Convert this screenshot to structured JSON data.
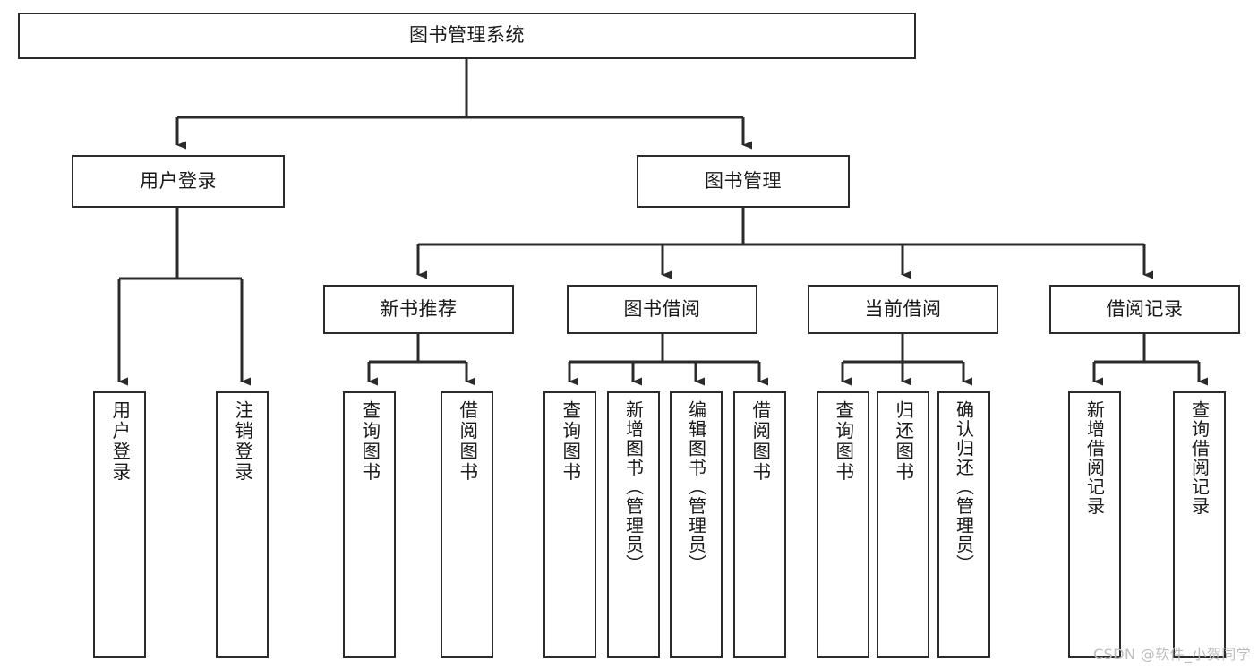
{
  "diagram": {
    "title": "图书管理系统",
    "watermark": "CSDN @软件_小贺同学",
    "line_color": "#2b2b2b",
    "box_fill": "#ffffff",
    "text_color": "#1a1a1a",
    "nodes": {
      "root": {
        "label": "图书管理系统"
      },
      "l2": [
        {
          "id": "user-login",
          "label": "用户登录"
        },
        {
          "id": "book-manage",
          "label": "图书管理"
        }
      ],
      "l3": [
        {
          "id": "new-book-recommend",
          "label": "新书推荐"
        },
        {
          "id": "book-borrow",
          "label": "图书借阅"
        },
        {
          "id": "current-borrow",
          "label": "当前借阅"
        },
        {
          "id": "borrow-record",
          "label": "借阅记录"
        }
      ],
      "leaves": {
        "user_login": [
          {
            "id": "leaf-user-login",
            "label": "用户登录"
          },
          {
            "id": "leaf-logout-login",
            "label": "注销登录"
          }
        ],
        "new_book_recommend": [
          {
            "id": "leaf-query-book-1",
            "label": "查询图书"
          },
          {
            "id": "leaf-borrow-book-1",
            "label": "借阅图书"
          }
        ],
        "book_borrow": [
          {
            "id": "leaf-query-book-2",
            "label": "查询图书"
          },
          {
            "id": "leaf-add-book",
            "label": "新增图书（管理员）"
          },
          {
            "id": "leaf-edit-book",
            "label": "编辑图书（管理员）"
          },
          {
            "id": "leaf-borrow-book-2",
            "label": "借阅图书"
          }
        ],
        "current_borrow": [
          {
            "id": "leaf-query-book-3",
            "label": "查询图书"
          },
          {
            "id": "leaf-return-book",
            "label": "归还图书"
          },
          {
            "id": "leaf-confirm-return",
            "label": "确认归还（管理员）"
          }
        ],
        "borrow_record": [
          {
            "id": "leaf-add-record",
            "label": "新增借阅记录"
          },
          {
            "id": "leaf-query-record",
            "label": "查询借阅记录"
          }
        ]
      }
    }
  }
}
